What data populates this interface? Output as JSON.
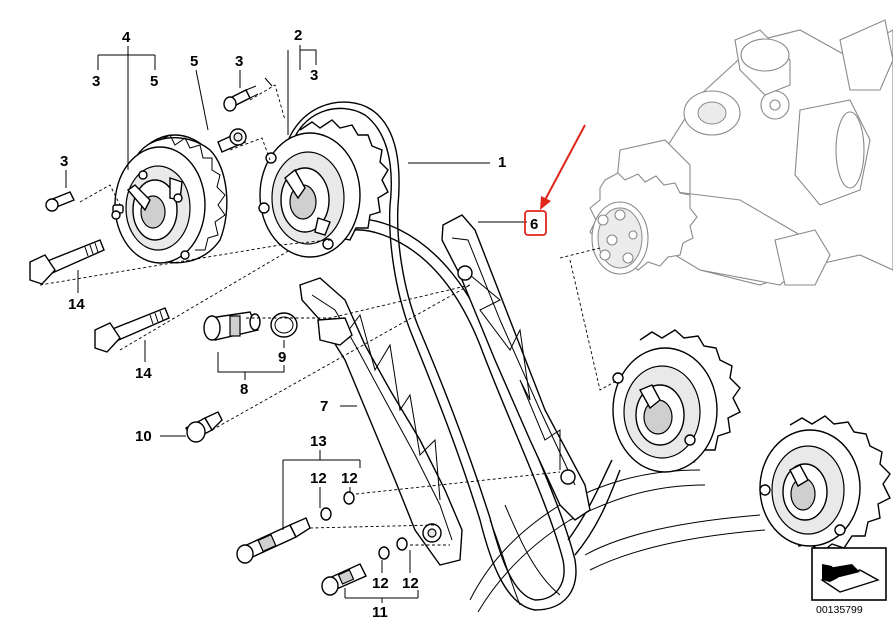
{
  "diagram": {
    "callouts": {
      "c1": "1",
      "c2": "2",
      "c3a": "3",
      "c3b": "3",
      "c3c": "3",
      "c3d": "3",
      "c4": "4",
      "c5a": "5",
      "c5b": "5",
      "c6": "6",
      "c7": "7",
      "c8": "8",
      "c9": "9",
      "c10": "10",
      "c11": "11",
      "c12a": "12",
      "c12b": "12",
      "c12c": "12",
      "c12d": "12",
      "c13": "13",
      "c14a": "14",
      "c14b": "14"
    },
    "highlight_color": "#e0261b",
    "diagram_number": "00135799",
    "corner_icon": "arrow-view-icon"
  }
}
